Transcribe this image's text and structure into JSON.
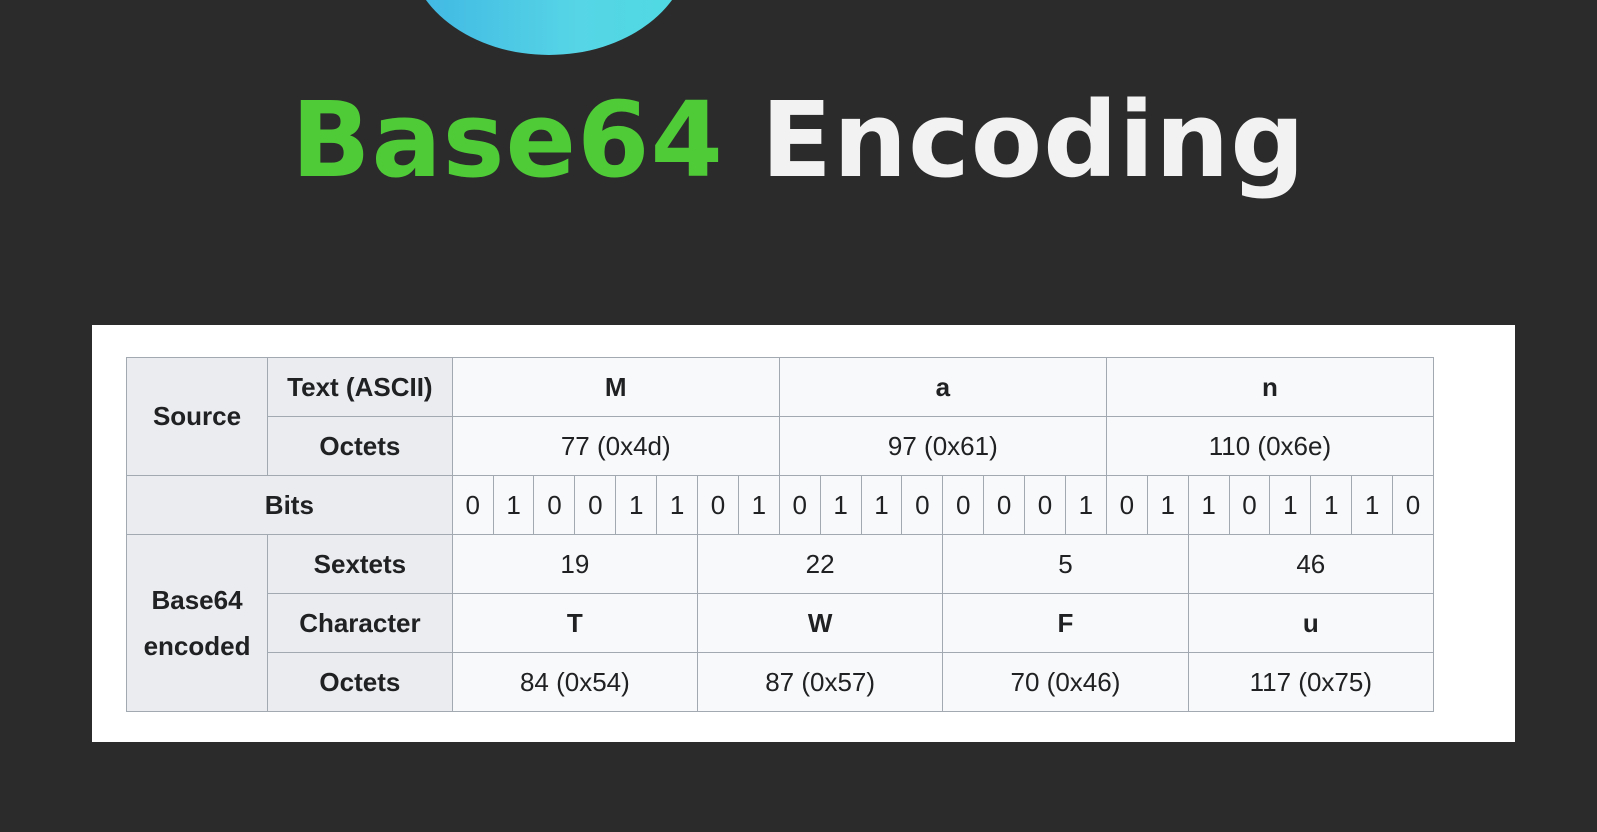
{
  "title": {
    "part1": "Base64",
    "part2": "Encoding"
  },
  "colors": {
    "background": "#2b2b2b",
    "title_green": "#4fcb37",
    "title_white": "#f2f2f2",
    "blob": "#4ed9e2",
    "header_cell": "#eaecf0",
    "data_cell": "#f8f9fa",
    "border": "#a2a9b1"
  },
  "table": {
    "source_label": "Source",
    "text_ascii_label": "Text (ASCII)",
    "octets_label": "Octets",
    "bits_label": "Bits",
    "base64_label_line1": "Base64",
    "base64_label_line2": "encoded",
    "sextets_label": "Sextets",
    "character_label": "Character",
    "encoded_octets_label": "Octets",
    "ascii_chars": [
      "M",
      "a",
      "n"
    ],
    "source_octets": [
      "77 (0x4d)",
      "97 (0x61)",
      "110 (0x6e)"
    ],
    "bits": [
      "0",
      "1",
      "0",
      "0",
      "1",
      "1",
      "0",
      "1",
      "0",
      "1",
      "1",
      "0",
      "0",
      "0",
      "0",
      "1",
      "0",
      "1",
      "1",
      "0",
      "1",
      "1",
      "1",
      "0"
    ],
    "sextets": [
      "19",
      "22",
      "5",
      "46"
    ],
    "characters": [
      "T",
      "W",
      "F",
      "u"
    ],
    "encoded_octets": [
      "84 (0x54)",
      "87 (0x57)",
      "70 (0x46)",
      "117 (0x75)"
    ]
  }
}
